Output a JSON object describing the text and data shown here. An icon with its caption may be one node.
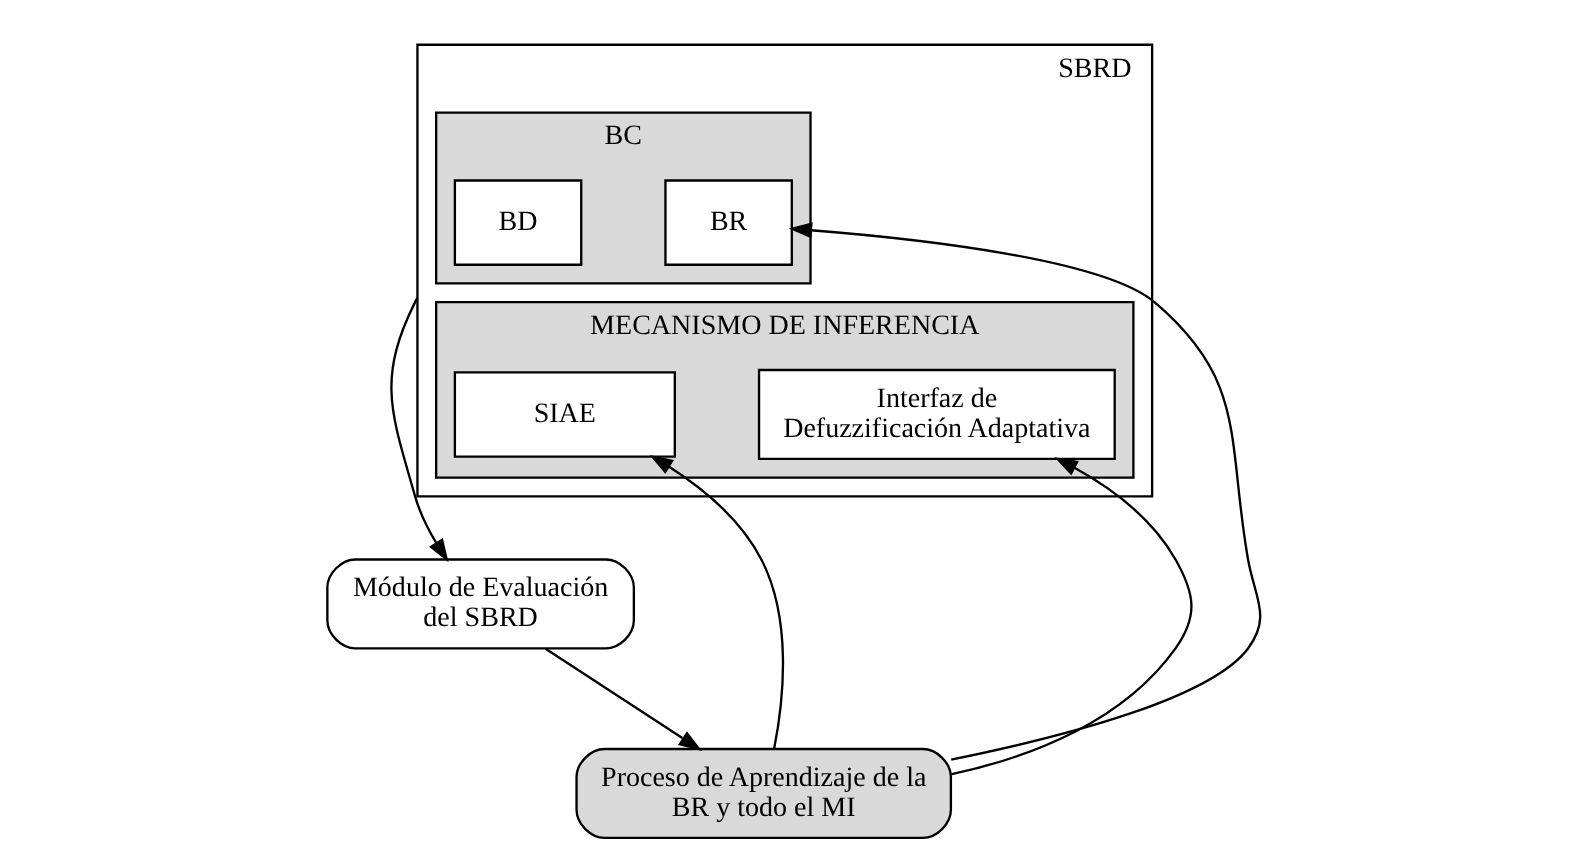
{
  "diagram": {
    "nodes": [
      {
        "text": [
          "SBRD"
        ]
      },
      {
        "text": [
          "BC"
        ],
        "in": 0
      },
      {
        "text": [
          "BD"
        ],
        "in": 1
      },
      {
        "text": [
          "BR"
        ],
        "in": 1
      },
      {
        "text": [
          "MECANISMO DE INFERENCIA"
        ],
        "in": 0
      },
      {
        "text": [
          "SIAE"
        ],
        "in": 4
      },
      {
        "text": [
          "Interfaz de Defuzzificación Adaptativa"
        ],
        "in": 4
      },
      {
        "text": [
          "Módulo de Evaluación del SBRD"
        ]
      },
      {
        "text": [
          "Proceso de Aprendizaje de la BR y todo el MI"
        ]
      }
    ],
    "edges": [
      {
        "from": 0,
        "to": 7,
        "arrow": "to"
      },
      {
        "from": 7,
        "to": 8,
        "arrow": "to"
      },
      {
        "from": 8,
        "to": 3,
        "arrow": "to"
      },
      {
        "from": 8,
        "to": 5,
        "arrow": "to"
      },
      {
        "from": 8,
        "to": 6,
        "arrow": "to"
      }
    ]
  }
}
